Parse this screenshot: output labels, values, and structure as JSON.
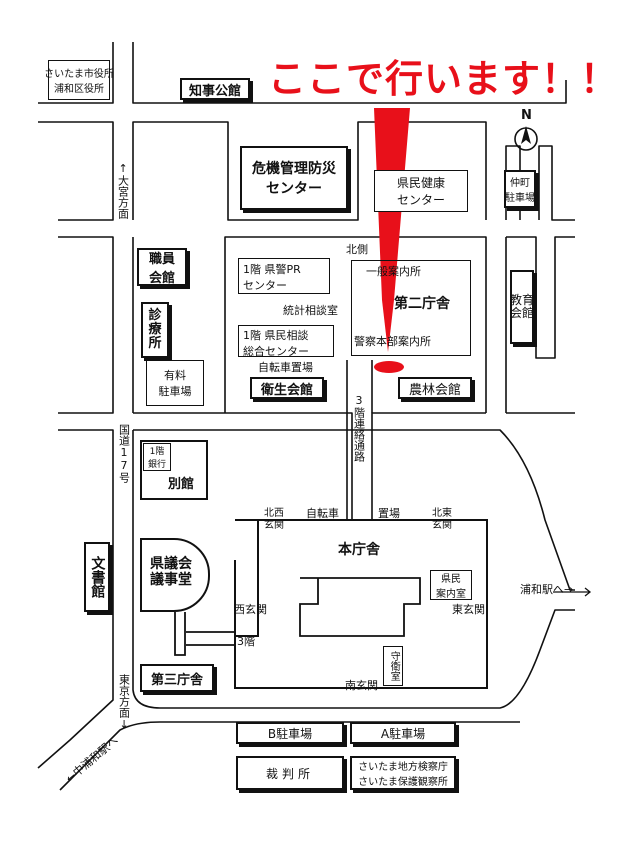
{
  "headline": "ここで行います！！",
  "compass": "N",
  "roads": {
    "route17": "国道17号",
    "to_omiya": "↑大宮方面",
    "to_tokyo": "東京方面↓",
    "to_urawa": "浦和駅へ→",
    "to_nakaurawa": "←中浦和駅へ"
  },
  "outside": {
    "ward_office": "さいたま市役所\n浦和区役所",
    "governor": "知事公館",
    "crisis_center": "危機管理防災\nセンター",
    "health_center": "県民健康\nセンター",
    "staff_hall": "職員\n会館",
    "clinic": "診\n療\n所",
    "paid_parking": "有料\n駐車場",
    "police_parking": "仲町\n駐車場",
    "education_hall": "教育\n会館",
    "bunsho_hall": "文書館",
    "parking_b": "B駐車場",
    "parking_a": "A駐車場",
    "court": "裁判所",
    "prosecutor": "さいたま地方検察庁\nさいたま保護観察所"
  },
  "campus": {
    "pr_center": "1階 県警PR\nセンター",
    "stats_room": "統計相談室",
    "consult_center": "1階 県民相談\n総合センター",
    "north_side": "北側",
    "general_info": "一般案内所",
    "second_building": "第二庁舎",
    "police_info": "警察本部案内所",
    "bike_parking": "自転車置場",
    "hygiene_hall": "衛生会館",
    "agri_hall": "農林会館",
    "corridor": "3階連絡通路",
    "annex": "別館",
    "annex_bank": "1階\n銀行",
    "nw_entrance": "北西\n玄関",
    "nw_bike": "自転車",
    "ne_parking": "置場",
    "ne_entrance": "北東\n玄関",
    "main_building": "本庁舎",
    "assembly": "県議会\n議事堂",
    "west_entrance": "西玄関",
    "third_floor": "3階",
    "citizen_room": "県民\n案内室",
    "east_entrance": "東玄関",
    "guard_room": "守衛室",
    "south_entrance": "南玄関",
    "third_building": "第三庁舎"
  },
  "colors": {
    "accent": "#e8101a"
  }
}
